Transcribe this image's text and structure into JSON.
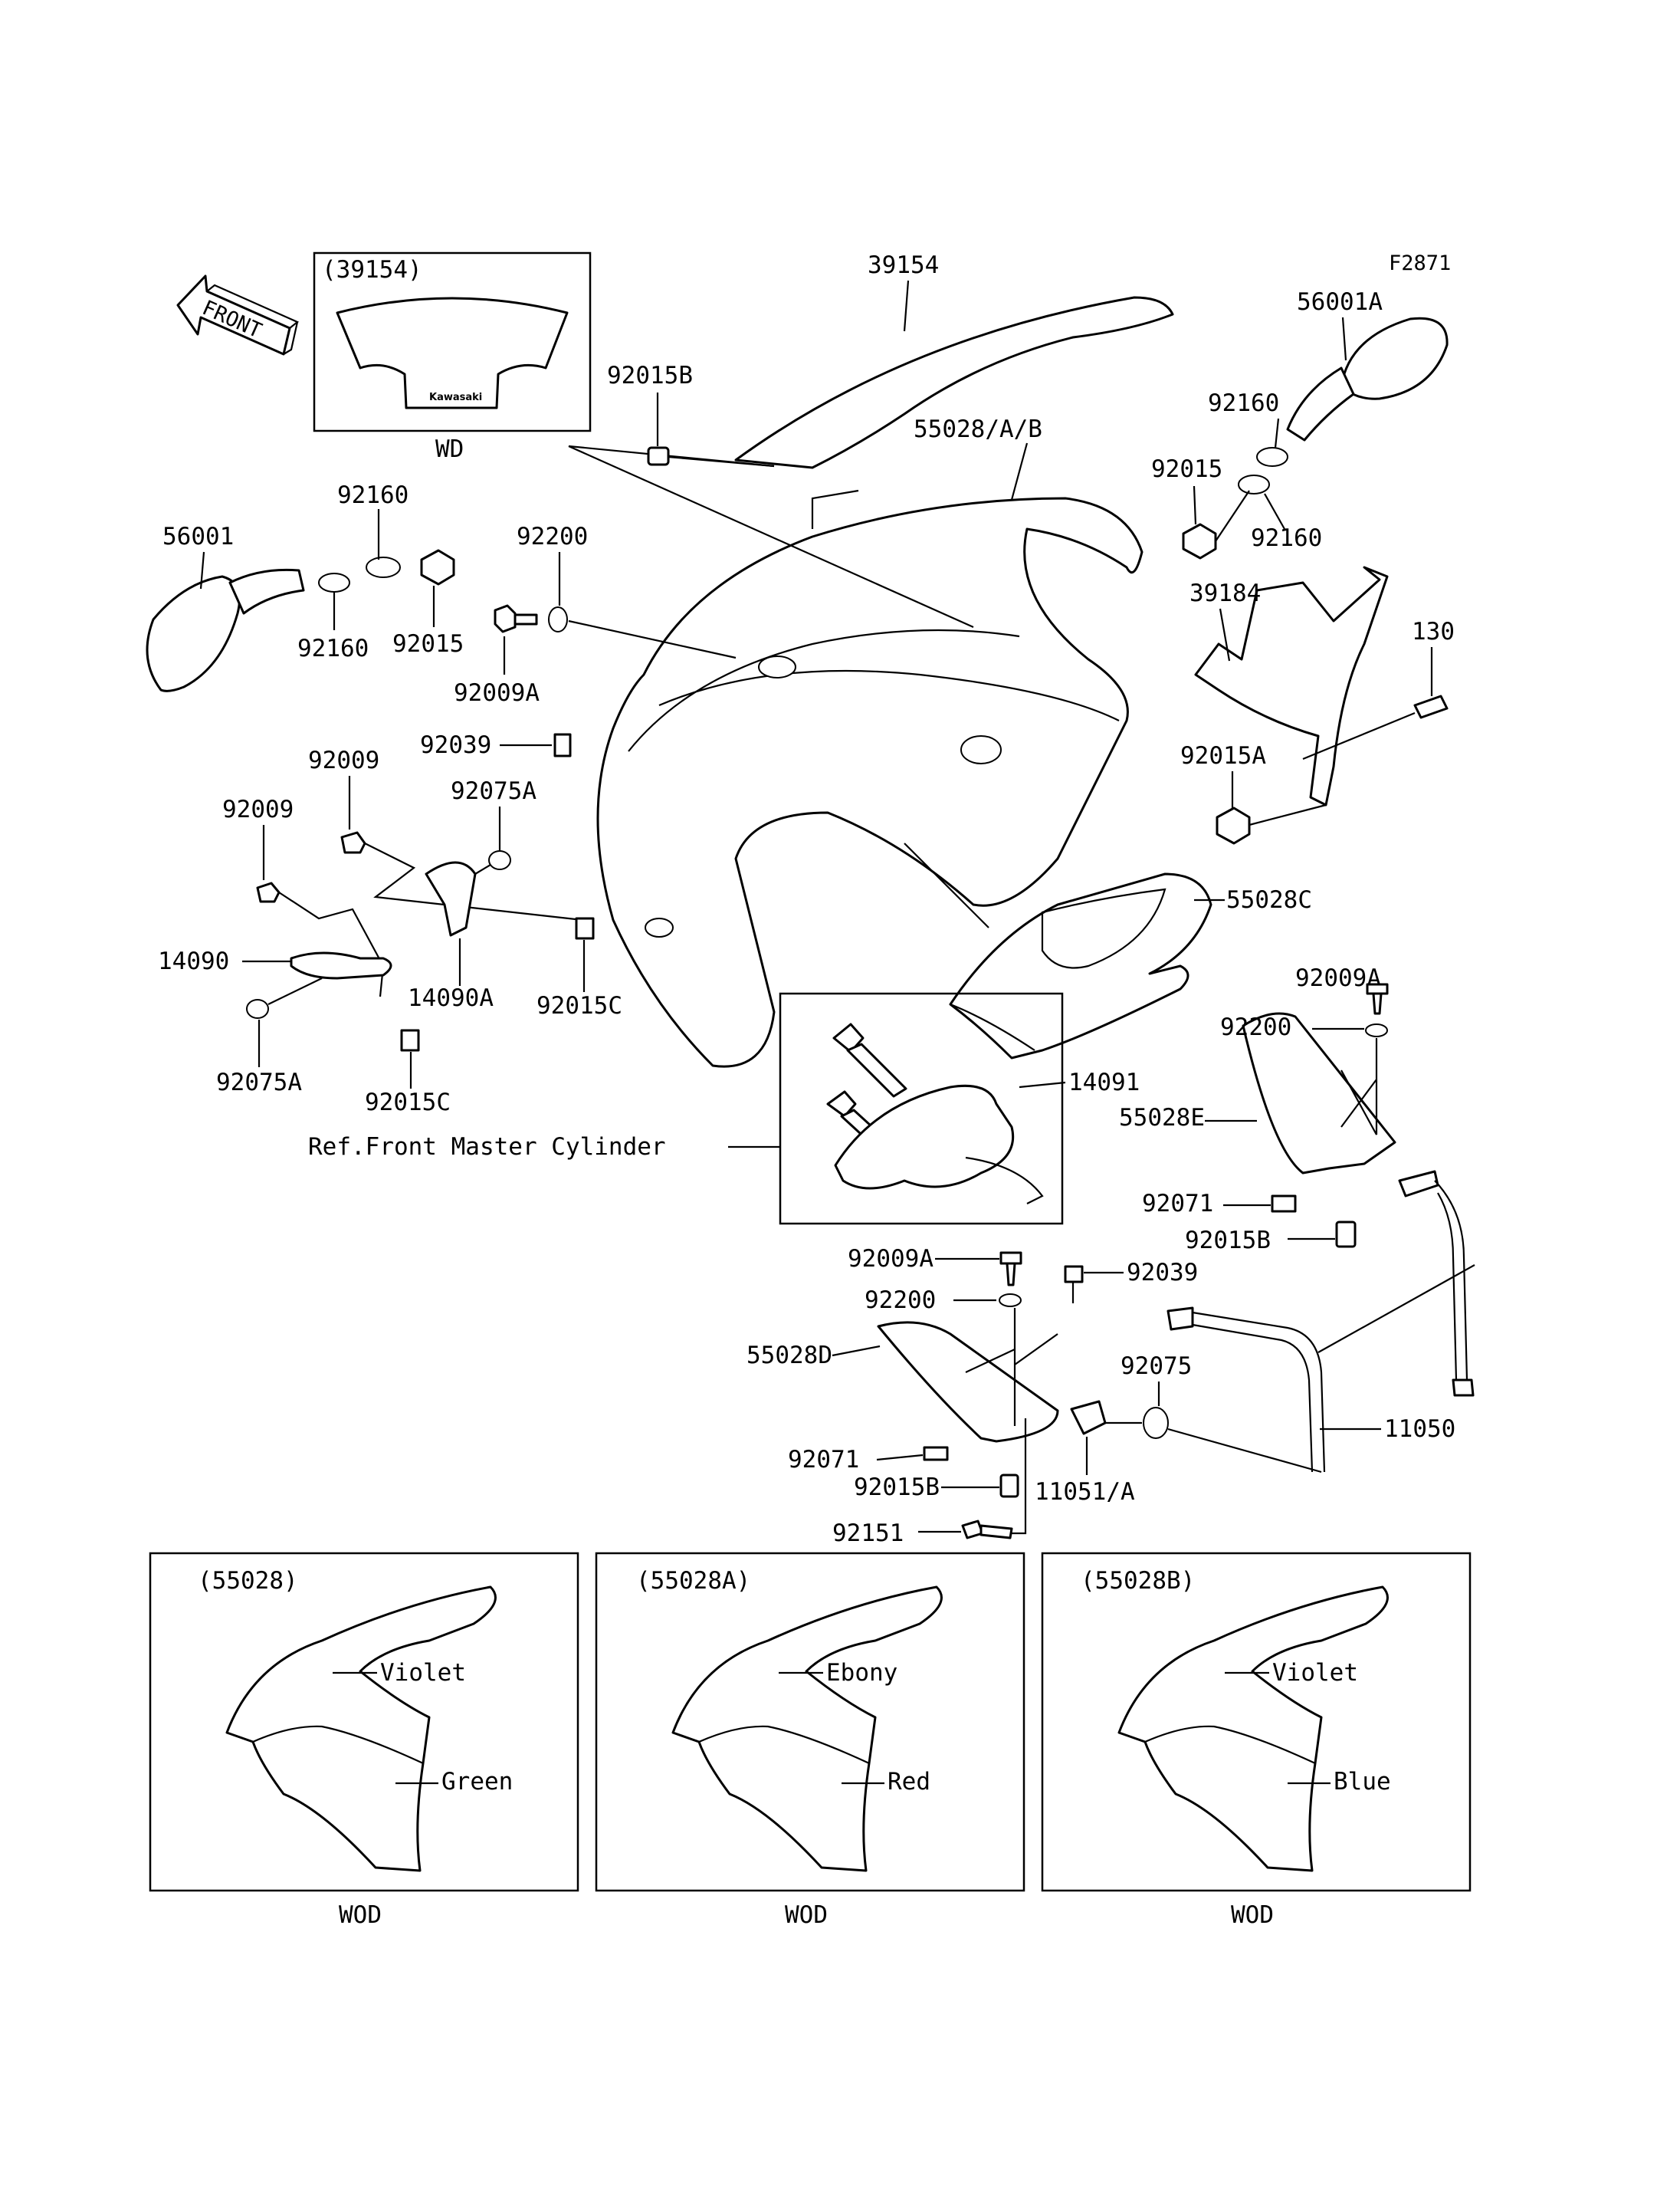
{
  "figure_code": "F2871",
  "front_arrow_text": "FRONT",
  "inset_windshield": {
    "code": "(39154)",
    "brand": "Kawasaki",
    "variant": "WD"
  },
  "labels": {
    "l39154": "39154",
    "l56001A": "56001A",
    "l92015B_top": "92015B",
    "l55028AB": "55028/A/B",
    "l92160_r1": "92160",
    "l92015_r": "92015",
    "l92160_r2": "92160",
    "l56001": "56001",
    "l92160_l1": "92160",
    "l92200_top": "92200",
    "l92160_l2": "92160",
    "l92015_l": "92015",
    "l92009A_l": "92009A",
    "l39184": "39184",
    "l130": "130",
    "l92039_l": "92039",
    "l92015A": "92015A",
    "l92009_a": "92009",
    "l92075A_top": "92075A",
    "l92009_b": "92009",
    "l55028C": "55028C",
    "l14090": "14090",
    "l14090A": "14090A",
    "l92015C_r": "92015C",
    "l92009A_r": "92009A",
    "l92200_r": "92200",
    "l92075A_bot": "92075A",
    "l92015C_b": "92015C",
    "l14091": "14091",
    "l55028E": "55028E",
    "lRef": "Ref.Front Master Cylinder",
    "l92071_r": "92071",
    "l92015B_r": "92015B",
    "l92009A_m": "92009A",
    "l92039_m": "92039",
    "l92200_m": "92200",
    "l55028D": "55028D",
    "l92075": "92075",
    "l11050": "11050",
    "l92071_m": "92071",
    "l92015B_m": "92015B",
    "l11051A": "11051/A",
    "l92151": "92151"
  },
  "variants": [
    {
      "code": "(55028)",
      "upper_color": "Violet",
      "lower_color": "Green",
      "variant": "WOD"
    },
    {
      "code": "(55028A)",
      "upper_color": "Ebony",
      "lower_color": "Red",
      "variant": "WOD"
    },
    {
      "code": "(55028B)",
      "upper_color": "Violet",
      "lower_color": "Blue",
      "variant": "WOD"
    }
  ]
}
